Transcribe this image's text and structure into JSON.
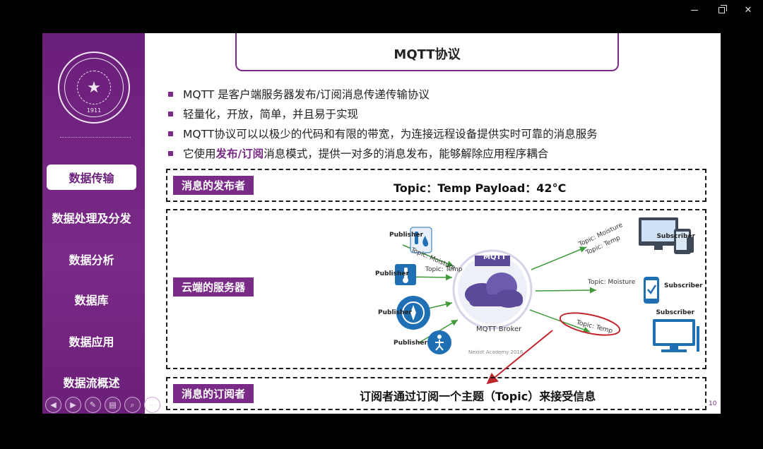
{
  "window": {
    "minimize": "–",
    "maximize": "□",
    "close": "✕"
  },
  "sidebar": {
    "logo_year": "1911",
    "items": [
      {
        "label": "数据传输",
        "active": true
      },
      {
        "label": "数据处理及分发",
        "active": false
      },
      {
        "label": "数据分析",
        "active": false
      },
      {
        "label": "数据库",
        "active": false
      },
      {
        "label": "数据应用",
        "active": false
      },
      {
        "label": "数据流概述",
        "active": false
      }
    ],
    "toolbar_icons": [
      "prev-icon",
      "next-icon",
      "pen-icon",
      "slides-icon",
      "zoom-icon",
      "more-icon"
    ],
    "toolbar_glyphs": [
      "◀",
      "▶",
      "✎",
      "▤",
      "⌕",
      "⋯"
    ]
  },
  "slide": {
    "title": "MQTT协议",
    "bullets": [
      {
        "text": "MQTT 是客户端服务器发布/订阅消息传递传输协议"
      },
      {
        "text": "轻量化，开放，简单，并且易于实现"
      },
      {
        "text": "MQTT协议可以以极少的代码和有限的带宽，为连接远程设备提供实时可靠的消息服务"
      },
      {
        "pre": "它使用",
        "highlight": "发布/订阅",
        "post": "消息模式，提供一对多的消息发布，能够解除应用程序耦合"
      }
    ],
    "publisher_box": {
      "tag": "消息的发布者",
      "text": "Topic：Temp  Payload：42°C"
    },
    "server_box": {
      "tag": "云端的服务器"
    },
    "subscriber_box": {
      "tag": "消息的订阅者",
      "text": "订阅者通过订阅一个主题（Topic）来接受信息"
    },
    "page_number": "10"
  },
  "diagram": {
    "publisher_label": "Publisher",
    "subscriber_label": "Subscriber",
    "broker_logo": "MQTT",
    "broker_label": "MQTT Broker",
    "academy": "Nexiot Academy 2016",
    "topics": {
      "moisture_in": "Topic: Moisture",
      "temp_in": "Topic: Temp",
      "moisture_temp_out_1": "Topic: Moisture",
      "moisture_temp_out_2": "Topic: Temp",
      "moisture_out": "Topic: Moisture",
      "temp_out": "Topic: Temp"
    },
    "colors": {
      "accent": "#7a2a87",
      "arrow": "#3f9a3a",
      "icon_blue": "#1f6fb5",
      "highlight": "#c0262d"
    }
  }
}
